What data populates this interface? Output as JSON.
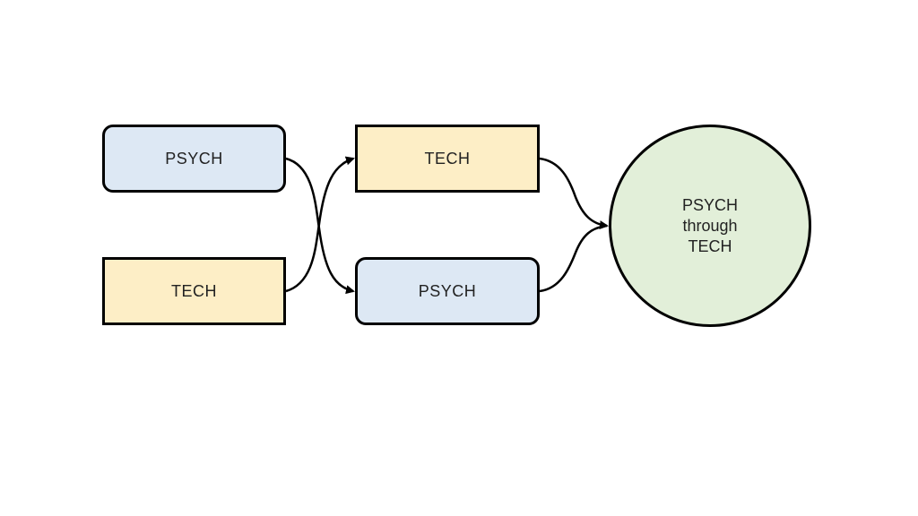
{
  "diagram": {
    "left_column": {
      "top_box": "PSYCH",
      "bottom_box": "TECH"
    },
    "middle_column": {
      "top_box": "TECH",
      "bottom_box": "PSYCH"
    },
    "result": {
      "line1": "PSYCH",
      "line2": "through",
      "line3": "TECH"
    }
  },
  "colors": {
    "psych_fill": "#dde8f4",
    "tech_fill": "#fdeec6",
    "result_fill": "#e2efd9",
    "stroke": "#000000"
  }
}
